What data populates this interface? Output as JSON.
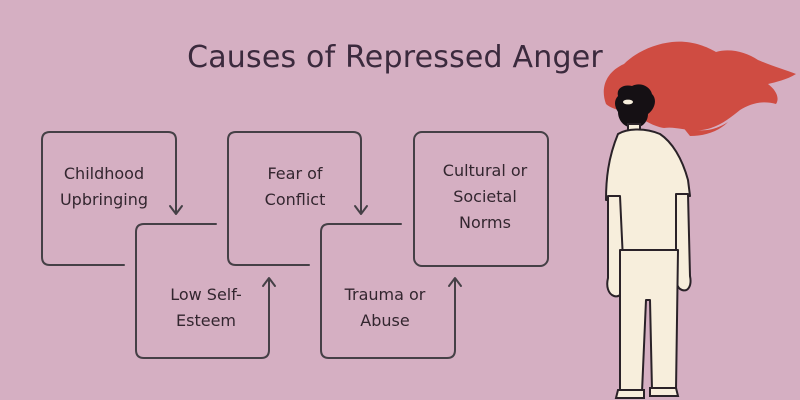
{
  "title": "Causes of Repressed Anger",
  "steps": [
    {
      "label": "Childhood Upbringing"
    },
    {
      "label": "Low Self-Esteem"
    },
    {
      "label": "Fear of Conflict"
    },
    {
      "label": "Trauma or Abuse"
    },
    {
      "label": "Cultural or Societal Norms"
    }
  ],
  "colors": {
    "background": "#d5afc2",
    "outline": "#454046",
    "title": "#3b2a3d",
    "hair": "#cf4c42",
    "head": "#151014",
    "figure": "#f7eedc"
  },
  "illustration": {
    "subject": "standing-person-with-flaming-hair"
  }
}
